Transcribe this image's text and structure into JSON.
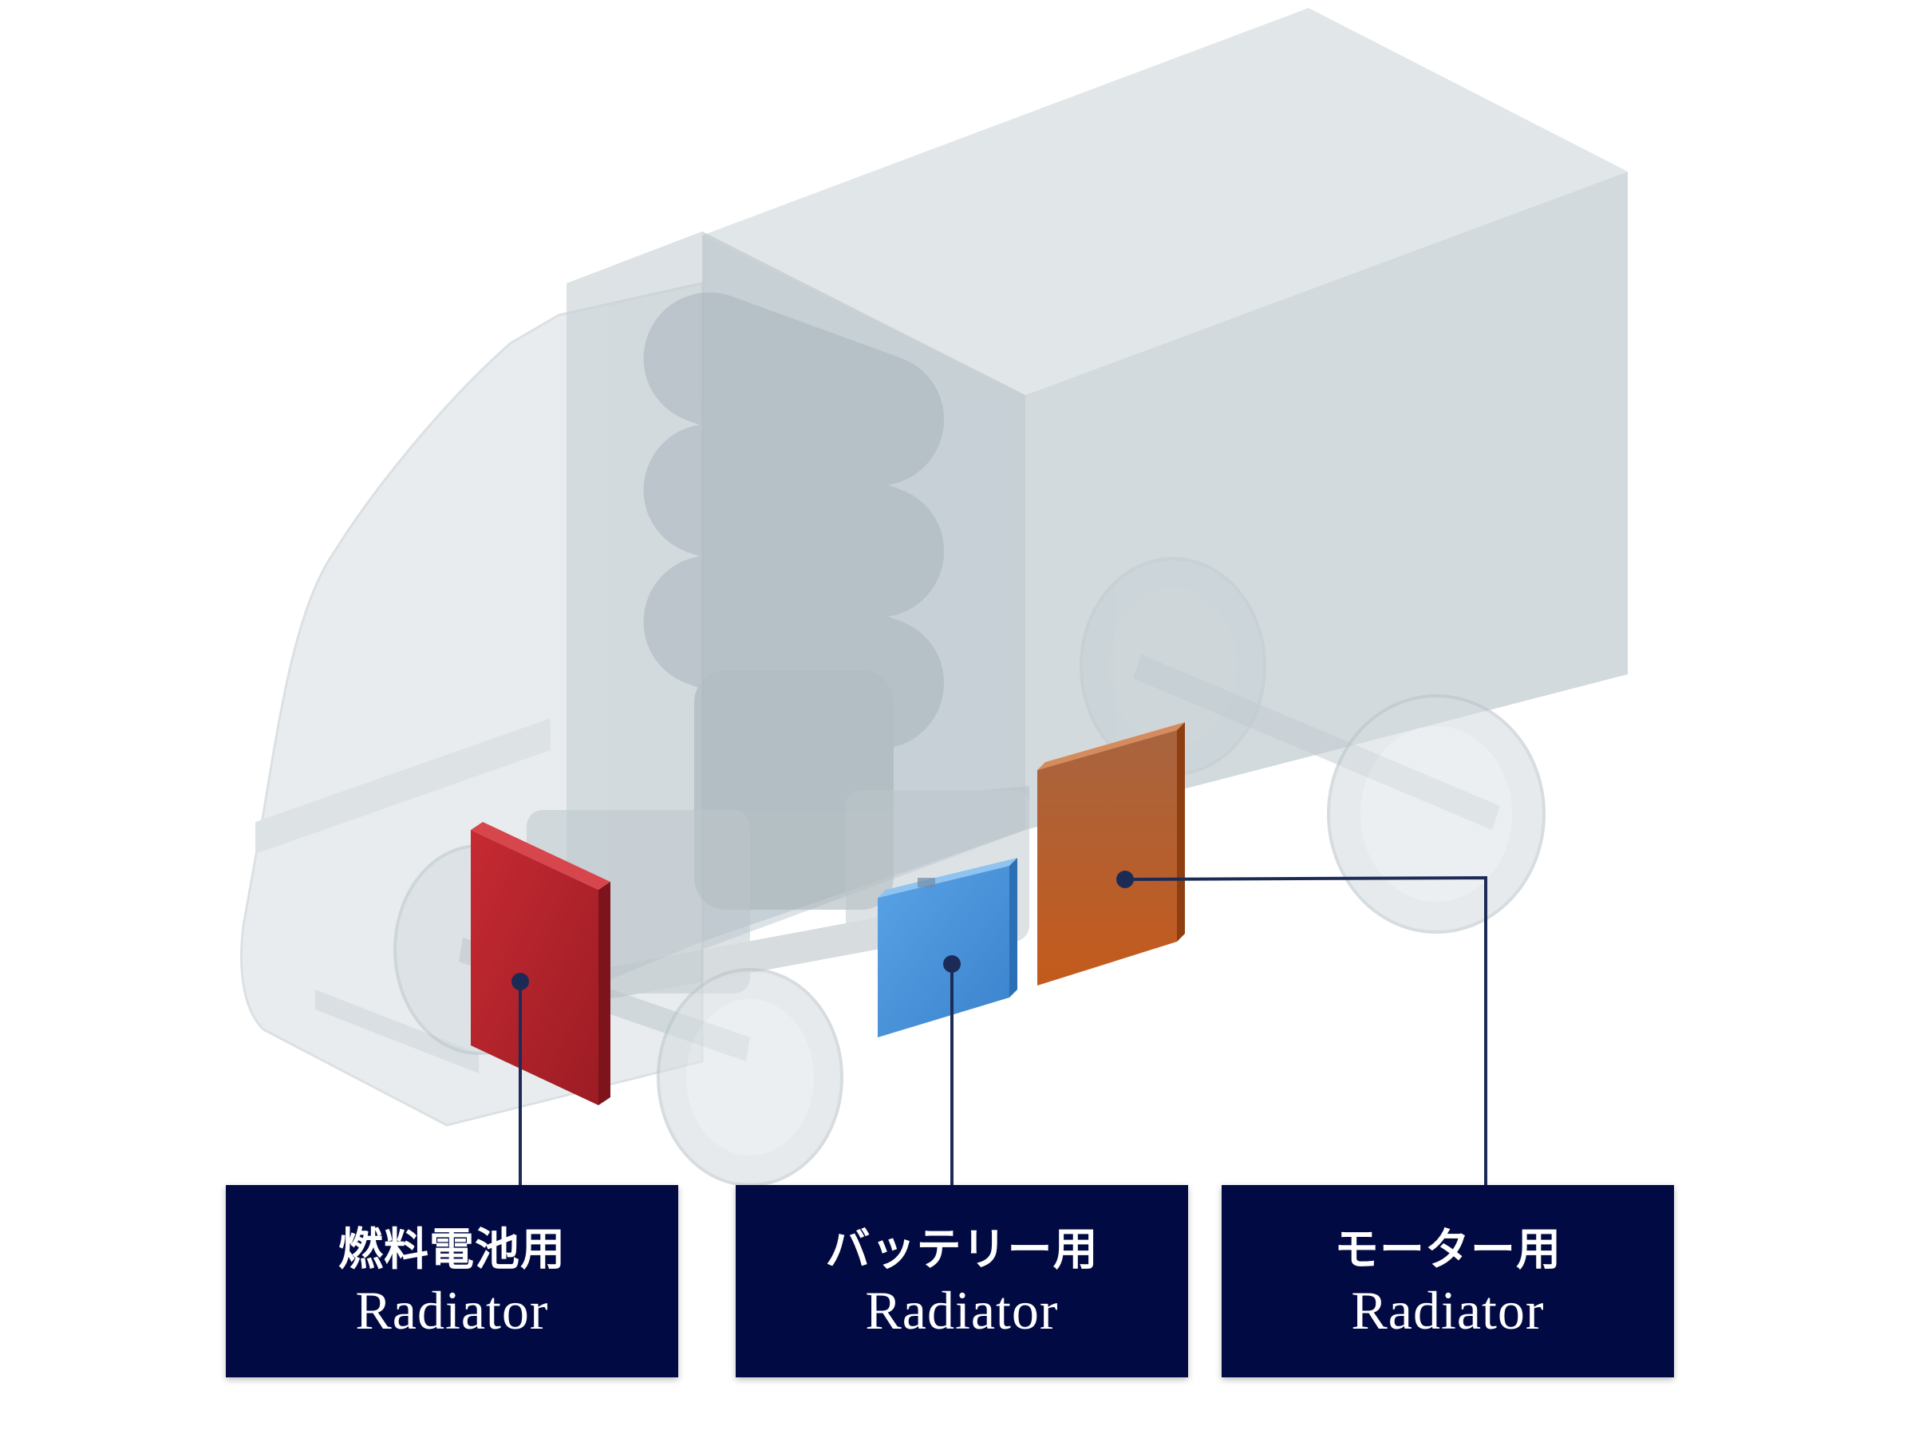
{
  "colors": {
    "label_bg": "#010a42",
    "label_text": "#ffffff",
    "leader_line": "#1c2b56",
    "fuel_cell_radiator": "#b5242b",
    "battery_radiator": "#4a93d8",
    "motor_radiator": "#c0612a",
    "truck_body": "#c9d3d8"
  },
  "labels": {
    "fuel_cell": {
      "line1": "燃料電池用",
      "line2": "Radiator"
    },
    "battery": {
      "line1": "バッテリー用",
      "line2": "Radiator"
    },
    "motor": {
      "line1": "モーター用",
      "line2": "Radiator"
    }
  },
  "icons": {
    "truck": "truck-illustration",
    "fuel_cell_radiator": "fuel-cell-radiator-icon",
    "battery_radiator": "battery-radiator-icon",
    "motor_radiator": "motor-radiator-icon"
  }
}
